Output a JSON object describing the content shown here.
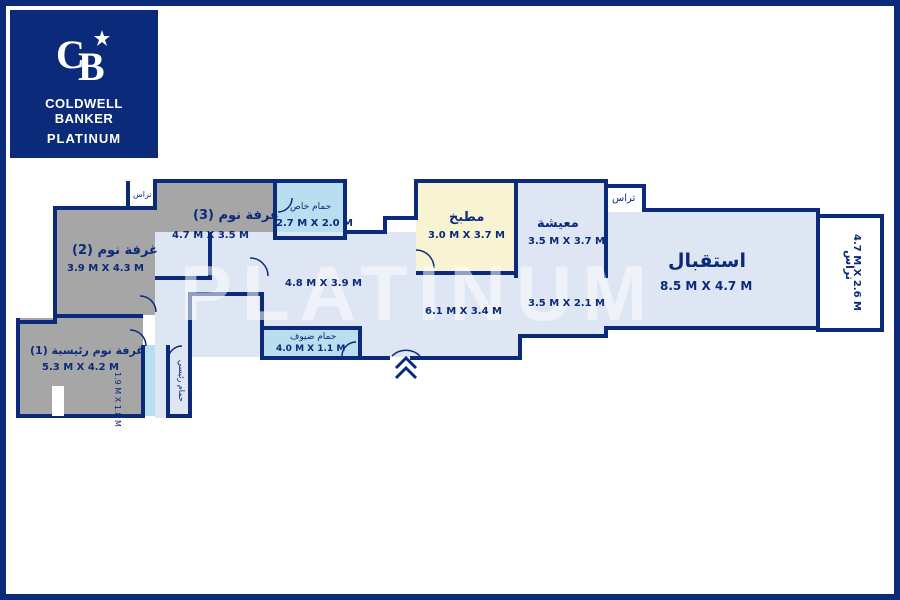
{
  "brand": {
    "line1": "COLDWELL",
    "line2": "BANKER",
    "line3": "PLATINUM",
    "colors": {
      "navy": "#0b2a7a",
      "wall": "#0b2a7a",
      "room_blue": "#dde6f2",
      "room_gray": "#a6a6a6",
      "bath": "#b9def0",
      "kitchen": "#f7f3d3"
    }
  },
  "watermark": "PLATINUM",
  "rooms": {
    "bedroom3": {
      "name": "غرفة نوم (3)",
      "dims": "4.7 M X 3.5 M"
    },
    "bedroom2": {
      "name": "غرفة نوم (2)",
      "dims": "3.9 M X 4.3 M"
    },
    "master": {
      "name": "غرفة نوم رئيسية (1)",
      "dims": "5.3 M X 4.2 M"
    },
    "master_bath": {
      "name": "حمام رئيسي",
      "dims": "1.9 M X 1.8 M"
    },
    "private_bath": {
      "name": "حمام خاص",
      "dims": "2.7 M X 2.0 M"
    },
    "guest_bath": {
      "name": "حمام ضيوف",
      "dims": "4.0 M X 1.1 M"
    },
    "hall": {
      "dims": "4.8 M X 3.9 M"
    },
    "corridor": {
      "dims": "6.1 M X 3.4 M"
    },
    "kitchen": {
      "name": "مطبخ",
      "dims": "3.0 M X 3.7 M"
    },
    "living": {
      "name": "معيشة",
      "dims": "3.5 M X 3.7 M"
    },
    "passage": {
      "dims": "3.5 M X 2.1 M"
    },
    "reception": {
      "name": "استقبال",
      "dims": "8.5 M X 4.7 M"
    },
    "terrace_big": {
      "name": "تراس",
      "dims": "4.7 M X 2.6 M"
    },
    "terrace_small_1": {
      "name": "تراس"
    },
    "terrace_small_2": {
      "name": "تراس"
    }
  },
  "entrance_icon": "double-chevron-up-icon"
}
